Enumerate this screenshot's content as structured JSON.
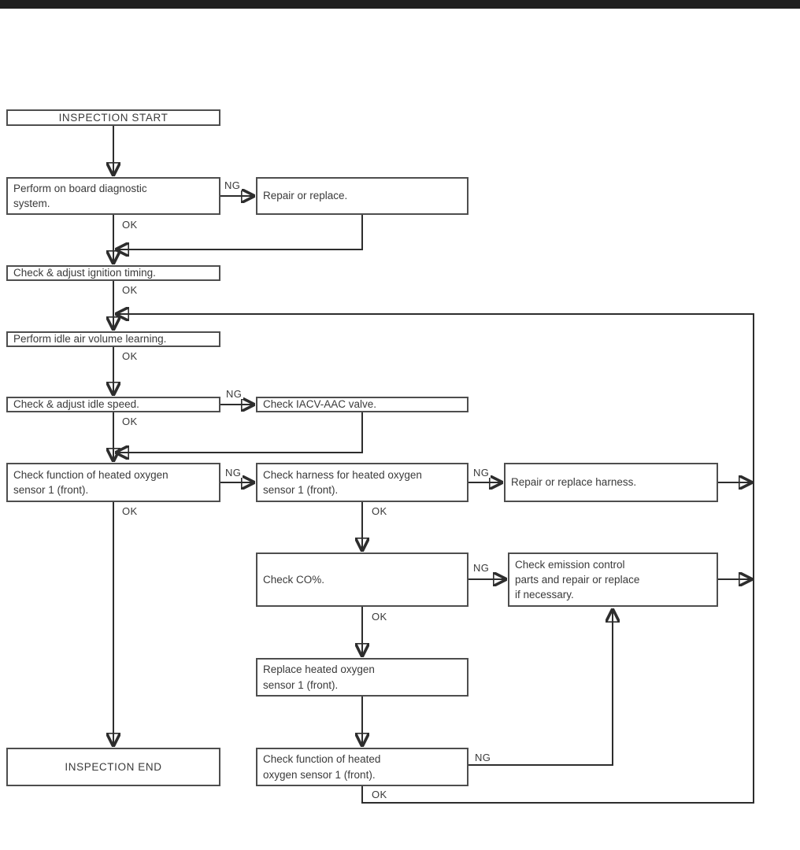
{
  "page": {
    "background": "#ffffff",
    "top_bar_color": "#1f1f1f",
    "line_color": "#2d2d2d",
    "box_border_color": "#4e4e4e",
    "text_color": "#3a3a3a"
  },
  "flowchart": {
    "nodes": {
      "inspection_start": {
        "label": "INSPECTION START"
      },
      "perform_obd": {
        "label": "Perform on board diagnostic\nsystem."
      },
      "repair_or_replace": {
        "label": "Repair or replace."
      },
      "check_ignition_timing": {
        "label": "Check & adjust ignition timing."
      },
      "perform_idle_air_volume": {
        "label": "Perform idle air volume learning."
      },
      "check_idle_speed": {
        "label": "Check & adjust idle speed."
      },
      "check_iacv_aac_valve": {
        "label": "Check IACV-AAC valve."
      },
      "check_o2_function_1": {
        "label": "Check function of heated oxygen\nsensor 1 (front)."
      },
      "check_o2_harness": {
        "label": "Check harness for heated oxygen\nsensor 1 (front)."
      },
      "repair_harness": {
        "label": "Repair or replace harness."
      },
      "check_co": {
        "label": "Check CO%."
      },
      "check_emission_control": {
        "label": "Check emission control\nparts and repair or replace\nif necessary."
      },
      "replace_o2_sensor": {
        "label": "Replace heated oxygen\nsensor 1 (front)."
      },
      "check_o2_function_2": {
        "label": "Check function of heated\noxygen sensor 1 (front)."
      },
      "inspection_end": {
        "label": "INSPECTION END"
      }
    },
    "edge_labels": {
      "ok": "OK",
      "ng": "NG"
    }
  }
}
